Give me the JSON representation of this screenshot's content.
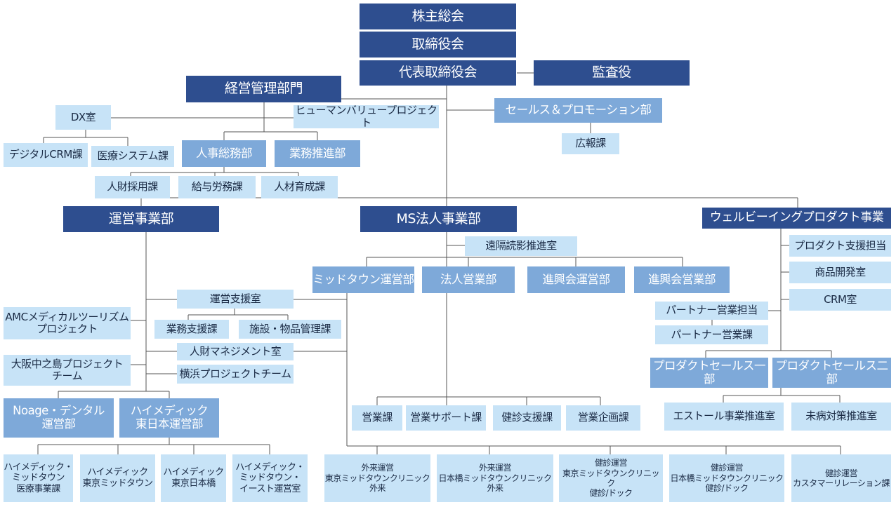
{
  "org": {
    "shareholders": "株主総会",
    "board": "取締役会",
    "rep_board": "代表取締役会",
    "auditor": "監査役",
    "mgmt": "経営管理部門",
    "dx": "DX室",
    "human_value": "ヒューマンバリュープロジェクト",
    "digital_crm": "デジタルCRM課",
    "medical_system": "医療システム課",
    "hr_general": "人事総務部",
    "business_promo": "業務推進部",
    "recruit": "人財採用課",
    "payroll": "給与労務課",
    "training": "人材育成課",
    "sales_promo": "セールス＆プロモーション部",
    "pr": "広報課",
    "ops_div": "運営事業部",
    "ms_div": "MS法人事業部",
    "wellbeing_div": "ウェルビーイングプロダクト事業",
    "ops_support": "運営支援室",
    "biz_support": "業務支援課",
    "facility": "施設・物品管理課",
    "amc": "AMCメディカルツーリズム\nプロジェクト",
    "talent_mgmt": "人財マネジメント室",
    "osaka": "大阪中之島プロジェクト\nチーム",
    "yokohama": "横浜プロジェクトチーム",
    "noage": "Noage・デンタル\n運営部",
    "himedic_east": "ハイメディック\n東日本運営部",
    "hm_medical": "ハイメディック・\nミッドタウン\n医療事業課",
    "hm_tokyo_midtown": "ハイメディック\n東京ミッドタウン",
    "hm_nihonbashi": "ハイメディック\n東京日本橋",
    "hm_east_ops": "ハイメディック・\nミッドタウン・\nイースト運営室",
    "remote_reading": "遠隔読影推進室",
    "midtown_ops": "ミッドタウン運営部",
    "corp_sales": "法人営業部",
    "shinko_ops": "進興会運営部",
    "shinko_sales": "進興会営業部",
    "sales_sec": "営業課",
    "sales_support": "営業サポート課",
    "checkup_support": "健診支援課",
    "sales_planning": "営業企画課",
    "outpatient_midtown": "外来運営\n東京ミッドタウンクリニック\n外来",
    "outpatient_nihonbashi": "外来運営\n日本橋ミッドタウンクリニック\n外来",
    "checkup_midtown": "健診運営\n東京ミッドタウンクリニック\n健診/ドック",
    "checkup_nihonbashi": "健診運営\n日本橋ミッドタウンクリニック\n健診/ドック",
    "checkup_customer": "健診運営\nカスタマーリレーション課",
    "product_support": "プロダクト支援担当",
    "product_dev": "商品開発室",
    "crm_room": "CRM室",
    "partner_charge": "パートナー営業担当",
    "partner_sec": "パートナー営業課",
    "product_sales1": "プロダクトセールス一部",
    "product_sales2": "プロダクトセールス二部",
    "estole": "エストール事業推進室",
    "mibyo": "未病対策推進室"
  },
  "colors": {
    "dark": "#2e4e8f",
    "mid": "#7ea9d9",
    "light": "#c7e3f7",
    "line": "#555555"
  }
}
